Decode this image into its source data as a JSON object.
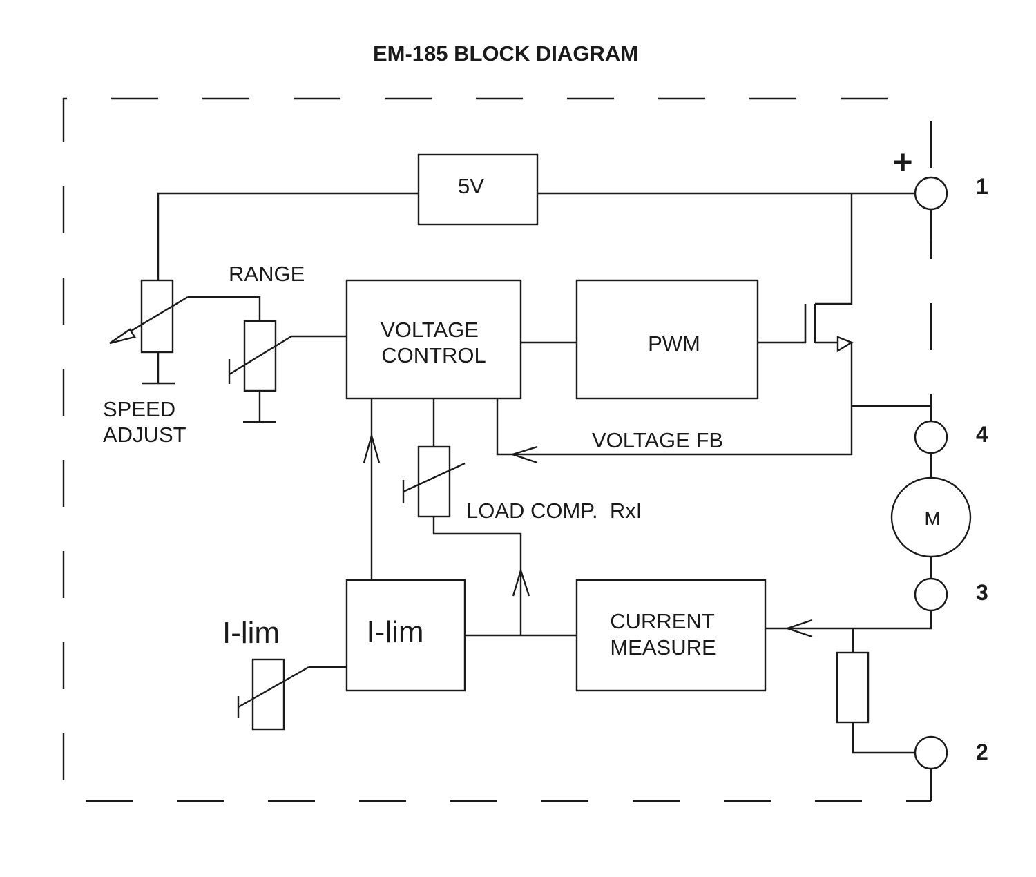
{
  "title": "EM-185 BLOCK DIAGRAM",
  "blocks": {
    "regulator": "5V",
    "voltage_control": [
      "VOLTAGE",
      "CONTROL"
    ],
    "pwm": "PWM",
    "ilim": "I-lim",
    "current_measure": [
      "CURRENT",
      "MEASURE"
    ]
  },
  "labels": {
    "range": "RANGE",
    "speed_adjust": [
      "SPEED",
      "ADJUST"
    ],
    "voltage_fb": "VOLTAGE FB",
    "load_comp": "LOAD COMP.  RxI",
    "ilim_pot": "I-lim",
    "plus": "+",
    "motor": "M"
  },
  "terminals": [
    "1",
    "4",
    "3",
    "2"
  ]
}
